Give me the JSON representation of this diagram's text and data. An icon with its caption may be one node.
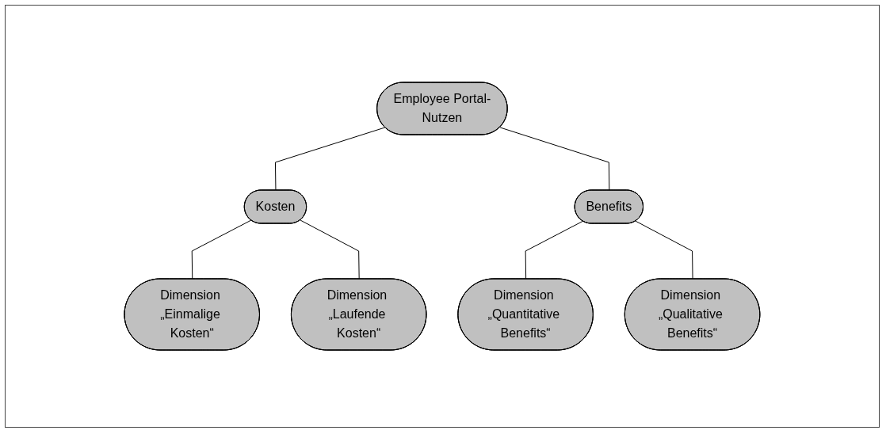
{
  "diagram": {
    "nodes": [
      {
        "text": [
          "Employee Portal-Nutzen"
        ]
      },
      {
        "text": [
          "Kosten"
        ]
      },
      {
        "text": [
          "Benefits"
        ]
      },
      {
        "text": [
          "Dimension „Einmalige Kosten“"
        ]
      },
      {
        "text": [
          "Dimension „Laufende Kosten“"
        ]
      },
      {
        "text": [
          "Dimension „Quantitative Benefits“"
        ]
      },
      {
        "text": [
          "Dimension „Qualitative Benefits“"
        ]
      }
    ],
    "edges": [
      {
        "from": 0,
        "to": 1,
        "arrow": "none"
      },
      {
        "from": 0,
        "to": 2,
        "arrow": "none"
      },
      {
        "from": 1,
        "to": 3,
        "arrow": "none"
      },
      {
        "from": 1,
        "to": 4,
        "arrow": "none"
      },
      {
        "from": 2,
        "to": 5,
        "arrow": "none"
      },
      {
        "from": 2,
        "to": 6,
        "arrow": "none"
      }
    ]
  }
}
